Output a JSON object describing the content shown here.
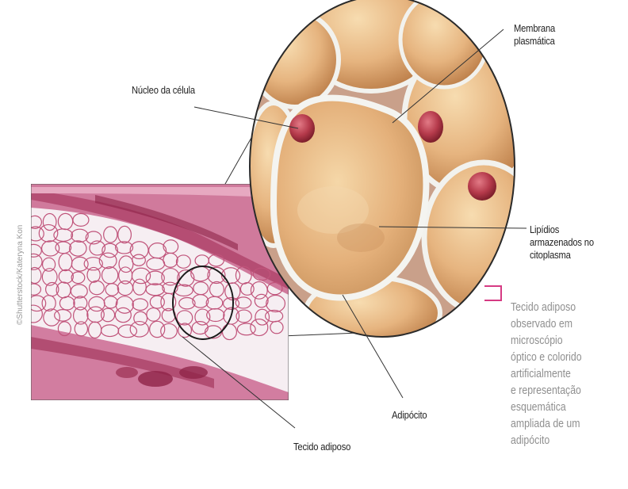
{
  "labels": {
    "membrane": [
      "Membrana",
      "plasmática"
    ],
    "nucleus": "Núcleo da célula",
    "lipids": [
      "Lipídios",
      "armazenados no",
      "citoplasma"
    ],
    "adipocyte": "Adipócito",
    "tissue": "Tecido adiposo"
  },
  "caption": [
    "Tecido adiposo",
    "observado em",
    "microscópio",
    "óptico e colorido",
    "artificialmente",
    "e representação",
    "esquemática",
    "ampliada de um",
    "adipócito"
  ],
  "credit": "©Shutterstock/Kateryna Kon",
  "colors": {
    "bracket": "#d63a83",
    "stain_pink": "#c0537a",
    "stain_dark": "#8e2347",
    "lipid": "#e3b17d",
    "nucleus": "#b53a4b",
    "membrane": "#f2f2ee"
  }
}
